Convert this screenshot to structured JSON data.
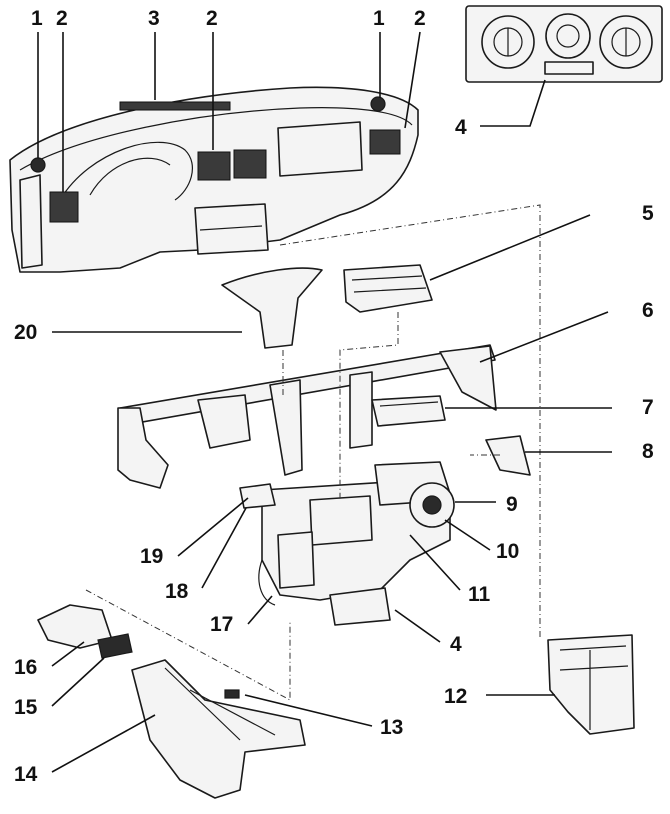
{
  "callouts": {
    "c1a": "1",
    "c2a": "2",
    "c3": "3",
    "c2b": "2",
    "c1b": "1",
    "c2c": "2",
    "c4a": "4",
    "c5": "5",
    "c20": "20",
    "c6": "6",
    "c7": "7",
    "c8": "8",
    "c9": "9",
    "c19": "19",
    "c10": "10",
    "c18": "18",
    "c11": "11",
    "c17": "17",
    "c4b": "4",
    "c16": "16",
    "c12": "12",
    "c15": "15",
    "c13": "13",
    "c14": "14"
  }
}
